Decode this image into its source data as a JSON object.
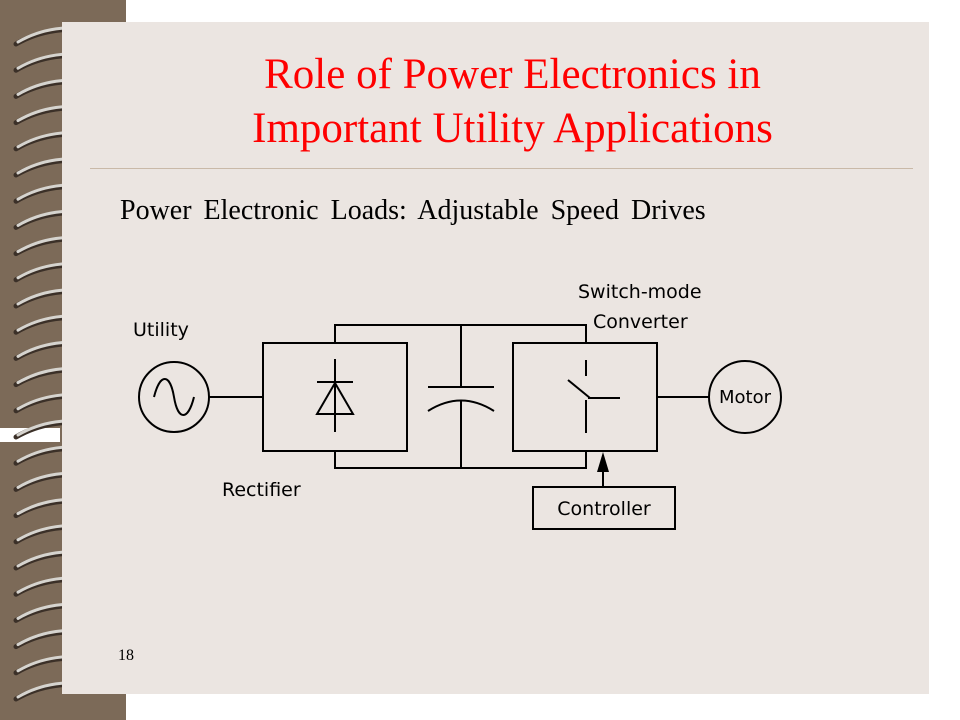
{
  "slide": {
    "title_line1": "Role of Power Electronics in",
    "title_line2": "Important Utility Applications",
    "subtitle": "Power Electronic Loads: Adjustable Speed Drives",
    "page_number": "18"
  },
  "diagram": {
    "labels": {
      "utility": "Utility",
      "rectifier": "Rectifier",
      "converter_line1": "Switch-mode",
      "converter_line2": "Converter",
      "motor": "Motor",
      "controller": "Controller"
    }
  },
  "colors": {
    "title": "#ff0000",
    "page_background": "#ebe5e1",
    "binder": "#7c6a58"
  }
}
